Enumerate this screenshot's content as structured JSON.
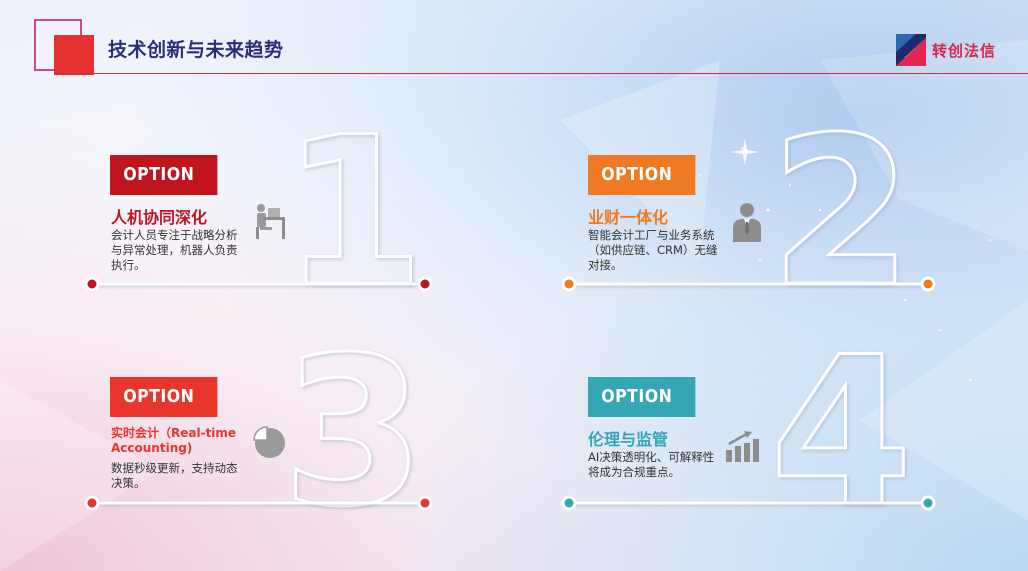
{
  "header": {
    "title": "技术创新与未来趋势",
    "brand_name": "转创法信"
  },
  "colors": {
    "red_dark": "#c0141e",
    "orange": "#f07a23",
    "red_bright": "#e8362c",
    "teal": "#35a6b6",
    "header_title": "#2a2f78",
    "brand": "#d8254a"
  },
  "options": [
    {
      "tag": "OPTION",
      "number": "1",
      "title": "人机协同深化",
      "description": "会计人员专注于战略分析与异常处理，机器人负责执行。",
      "icon": "worker-at-desk-icon"
    },
    {
      "tag": "OPTION",
      "number": "2",
      "title": "业财一体化",
      "description": "智能会计工厂与业务系统（如供应链、CRM）无缝对接。",
      "icon": "businessman-icon"
    },
    {
      "tag": "OPTION",
      "number": "3",
      "title": "实时会计（Real-time Accounting)",
      "description": "数据秒级更新，支持动态决策。",
      "icon": "pie-chart-icon"
    },
    {
      "tag": "OPTION",
      "number": "4",
      "title": "伦理与监管",
      "description": "AI决策透明化、可解释性将成为合规重点。",
      "icon": "growth-bar-chart-icon"
    }
  ]
}
